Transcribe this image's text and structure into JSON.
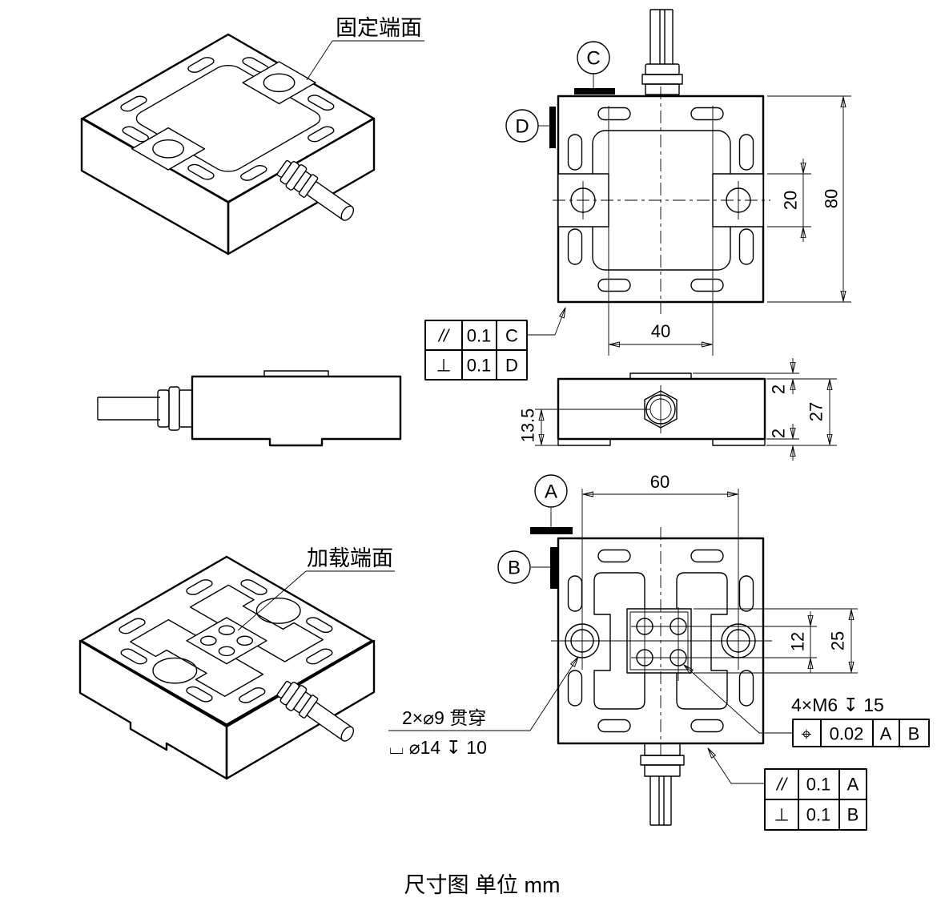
{
  "caption": "尺寸图  单位 mm",
  "labels": {
    "fixed_face": "固定端面",
    "loading_face": "加载端面"
  },
  "datums": {
    "a": "A",
    "b": "B",
    "c": "C",
    "d": "D"
  },
  "dimensions": {
    "front": {
      "slot_spacing": "40",
      "tab_height": "20",
      "overall": "80"
    },
    "side": {
      "center_to_bottom": "13.5",
      "overall": "27",
      "top_step": "2",
      "bottom_step": "2"
    },
    "rear": {
      "hole_spacing": "60",
      "thread_row_spacing": "12",
      "plate": "25"
    }
  },
  "notes": {
    "through_holes": "2×⌀9 贯穿",
    "counterbore": "⌴ ⌀14 ↧ 10",
    "threads": "4×M6 ↧ 15"
  },
  "frames": {
    "cd": [
      {
        "symbol": "//",
        "value": "0.1",
        "datum": "C"
      },
      {
        "symbol": "⊥",
        "value": "0.1",
        "datum": "D"
      }
    ],
    "ab": [
      {
        "symbol": "//",
        "value": "0.1",
        "datum": "A"
      },
      {
        "symbol": "⊥",
        "value": "0.1",
        "datum": "B"
      }
    ],
    "position": {
      "symbol": "⌖",
      "value": "0.02",
      "datum_primary": "A",
      "datum_secondary": "B"
    }
  }
}
